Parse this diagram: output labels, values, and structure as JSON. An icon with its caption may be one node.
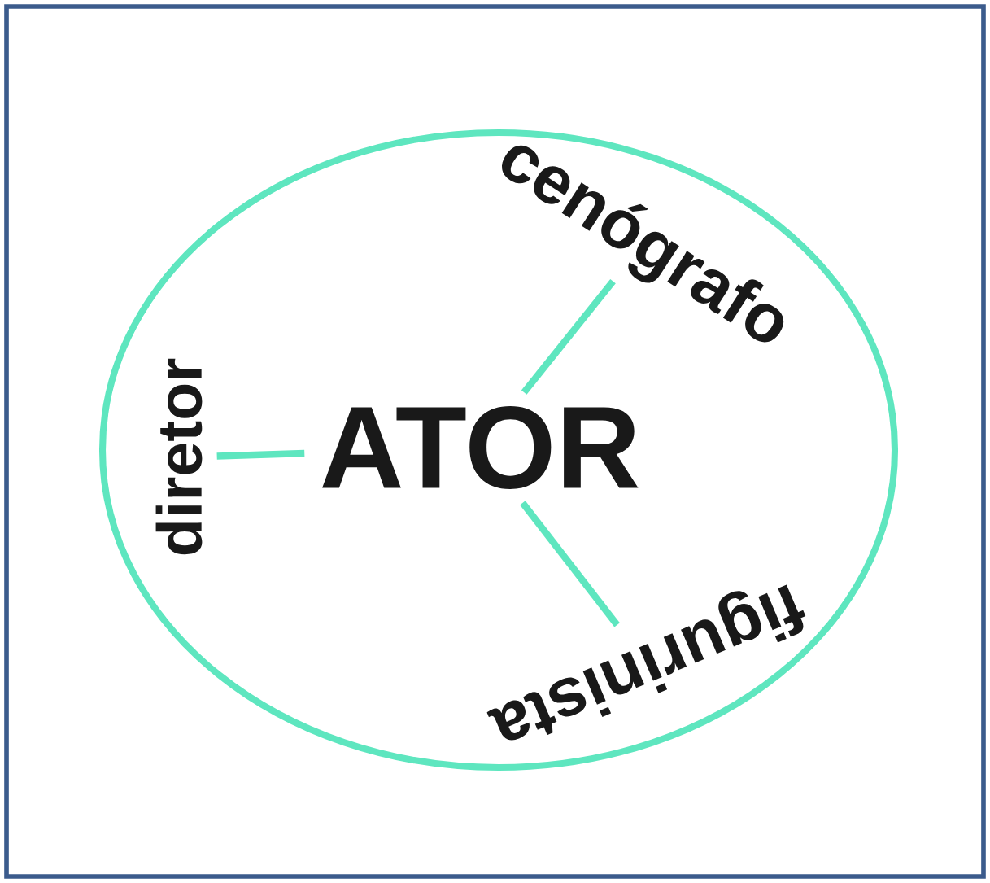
{
  "diagram": {
    "nodes": [
      {
        "text": [],
        "shape": "circle"
      },
      {
        "text": [
          "ATOR"
        ],
        "in": 0
      },
      {
        "text": [
          "diretor"
        ],
        "in": 0
      },
      {
        "text": [
          "cenógrafo"
        ],
        "in": 0
      },
      {
        "text": [
          "figurinista"
        ],
        "in": 0
      }
    ],
    "edges": [
      {
        "from": 2,
        "to": 1,
        "arrow": "none"
      },
      {
        "from": 1,
        "to": 3,
        "arrow": "none"
      },
      {
        "from": 1,
        "to": 4,
        "arrow": "none"
      }
    ]
  }
}
